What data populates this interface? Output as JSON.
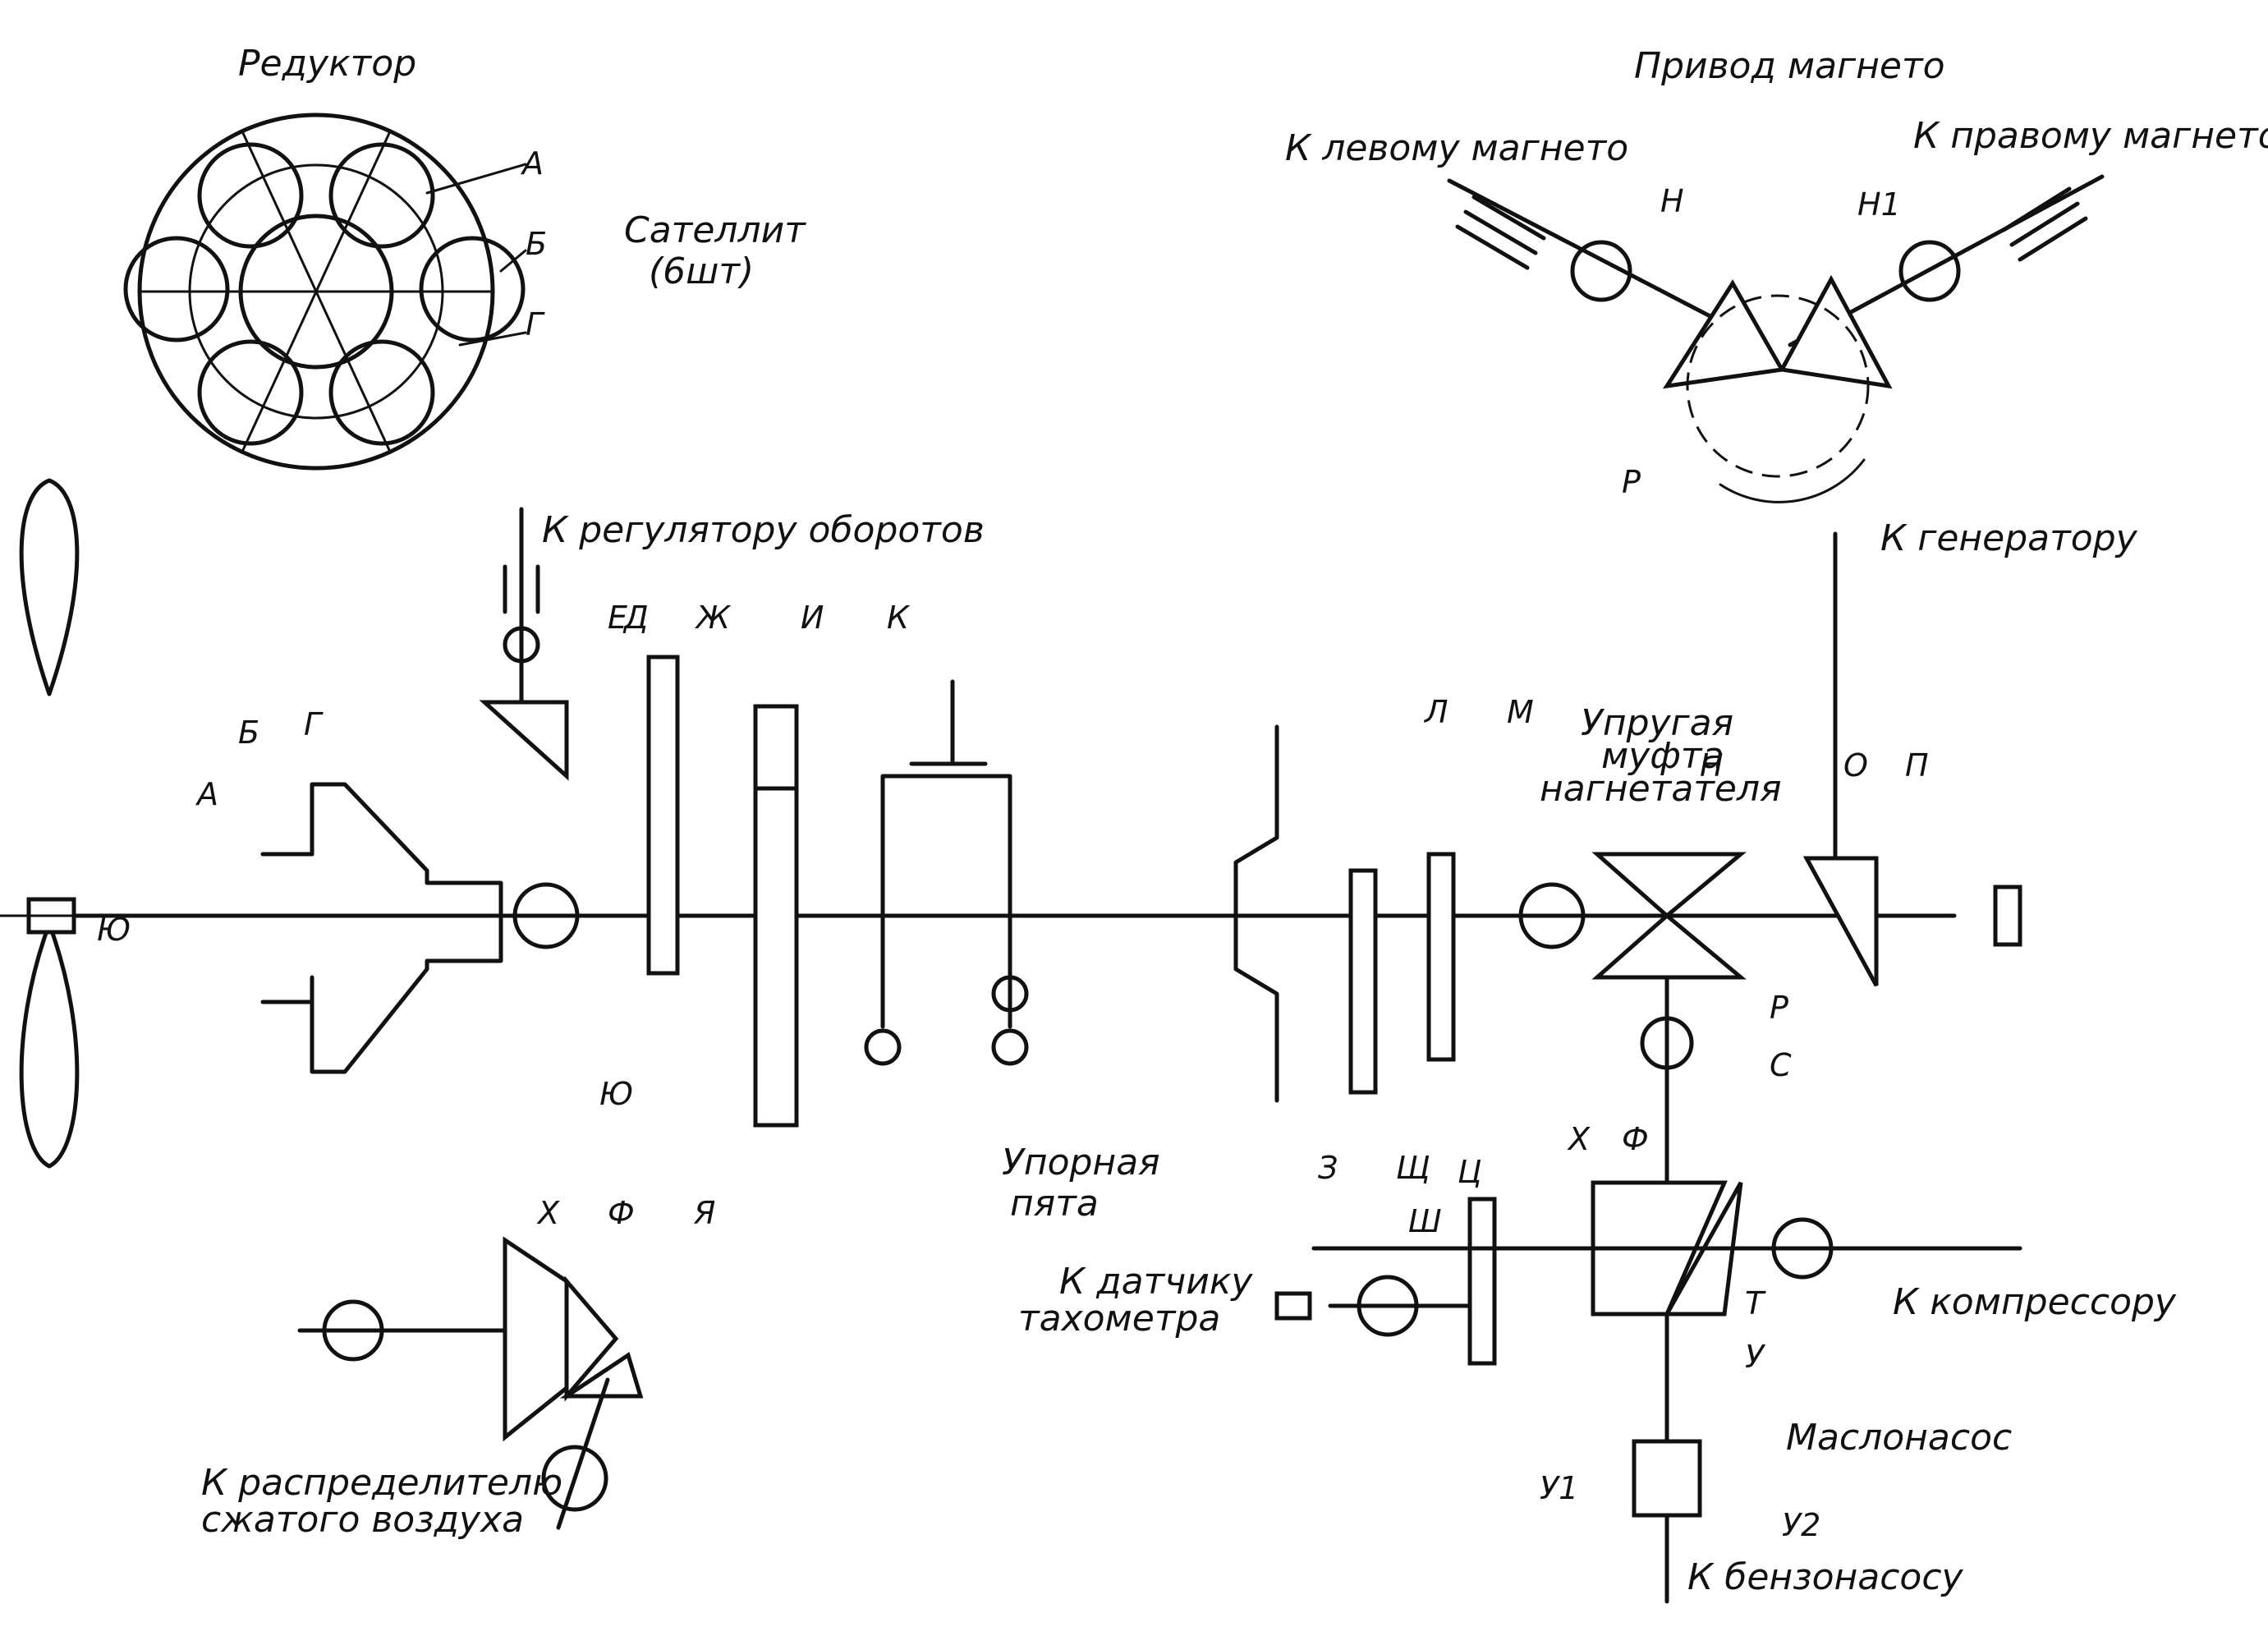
{
  "titles": {
    "reducer": "Редуктор",
    "satellite_line1": "Сателлит",
    "satellite_line2": "(6шт)",
    "magneto_drive": "Привод магнето",
    "to_left_magneto": "К левому магнето",
    "to_right_magneto": "К правому магнето",
    "to_governor": "К регулятору оборотов",
    "to_generator": "К генератору",
    "elastic_coupling_line1": "Упругая",
    "elastic_coupling_line2": "муфта",
    "elastic_coupling_line3": "нагнетателя",
    "thrust_line1": "Упорная",
    "thrust_line2": "пята",
    "tacho_line1": "К датчику",
    "tacho_line2": "тахометра",
    "to_compressor": "К компрессору",
    "oil_pump": "Маслонасос",
    "to_fuel_pump": "К бензонасосу",
    "air_dist_line1": "К распределителю",
    "air_dist_line2": "сжатого воздуха"
  },
  "letters": {
    "reducer_A": "А",
    "reducer_B": "Б",
    "reducer_G": "Г",
    "magneto_N": "Н",
    "magneto_N1": "Н1",
    "magneto_R": "Р",
    "main_A": "А",
    "main_B": "Б",
    "main_G": "Г",
    "main_D": "Д",
    "main_E": "Е",
    "main_Zh": "Ж",
    "main_I": "И",
    "main_K": "К",
    "main_Yu_top": "Ю",
    "main_Yu_bottom": "Ю",
    "main_L": "Л",
    "main_M": "М",
    "main_N": "Н",
    "main_O": "О",
    "main_P": "П",
    "main_R": "Р",
    "main_S": "С",
    "main_Z": "З",
    "main_Shch": "Щ",
    "main_Ts": "Ц",
    "main_Sh": "Ш",
    "main_Kh": "Х",
    "main_F": "Ф",
    "main_T": "Т",
    "main_U": "У",
    "main_U1": "У1",
    "main_U2": "У2",
    "aux_Kh": "Х",
    "aux_F": "Ф",
    "aux_Ya": "Я"
  }
}
